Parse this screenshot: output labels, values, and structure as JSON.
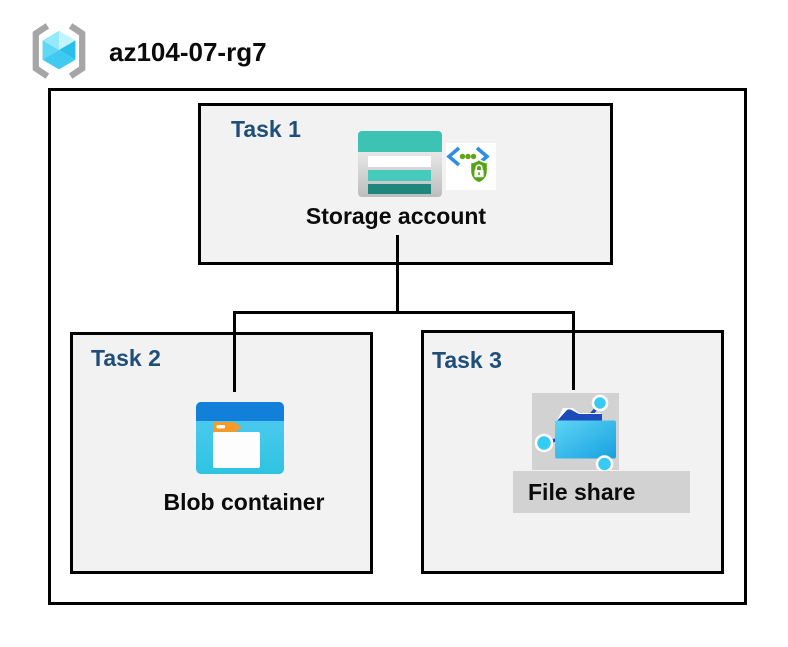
{
  "title": "az104-07-rg7",
  "resource_group": {
    "icon": "resource-group-brackets-cube-icon"
  },
  "tasks": [
    {
      "label": "Task 1",
      "item_label": "Storage account",
      "icons": [
        "storage-account-icon",
        "secure-access-lock-icon"
      ]
    },
    {
      "label": "Task 2",
      "item_label": "Blob container",
      "icons": [
        "blob-container-icon"
      ]
    },
    {
      "label": "Task 3",
      "item_label": "File share",
      "icons": [
        "file-share-icon"
      ],
      "highlighted": true
    }
  ],
  "colors": {
    "task_label_blue": "#1F4E79",
    "box_fill": "#F2F2F2",
    "box_border": "#000000",
    "connector": "#000000",
    "highlight_gray": "#D2D2D2",
    "storage_teal": "#3CC3B4",
    "storage_teal_light": "#47C9BC",
    "storage_teal_dark": "#1F867D",
    "blob_topbar_blue": "#1280D8",
    "blob_body_cyan": "#3FC6EA",
    "folder_tab_orange": "#F79B28",
    "file_share_fold_navy": "#1C4BBC",
    "file_share_cyan": "#35CBF4",
    "sas_bracket_blue": "#2E8EE2",
    "sas_green": "#54A414",
    "cube_cyan": "#3ECAF1",
    "bracket_gray": "#A6A6A6"
  }
}
